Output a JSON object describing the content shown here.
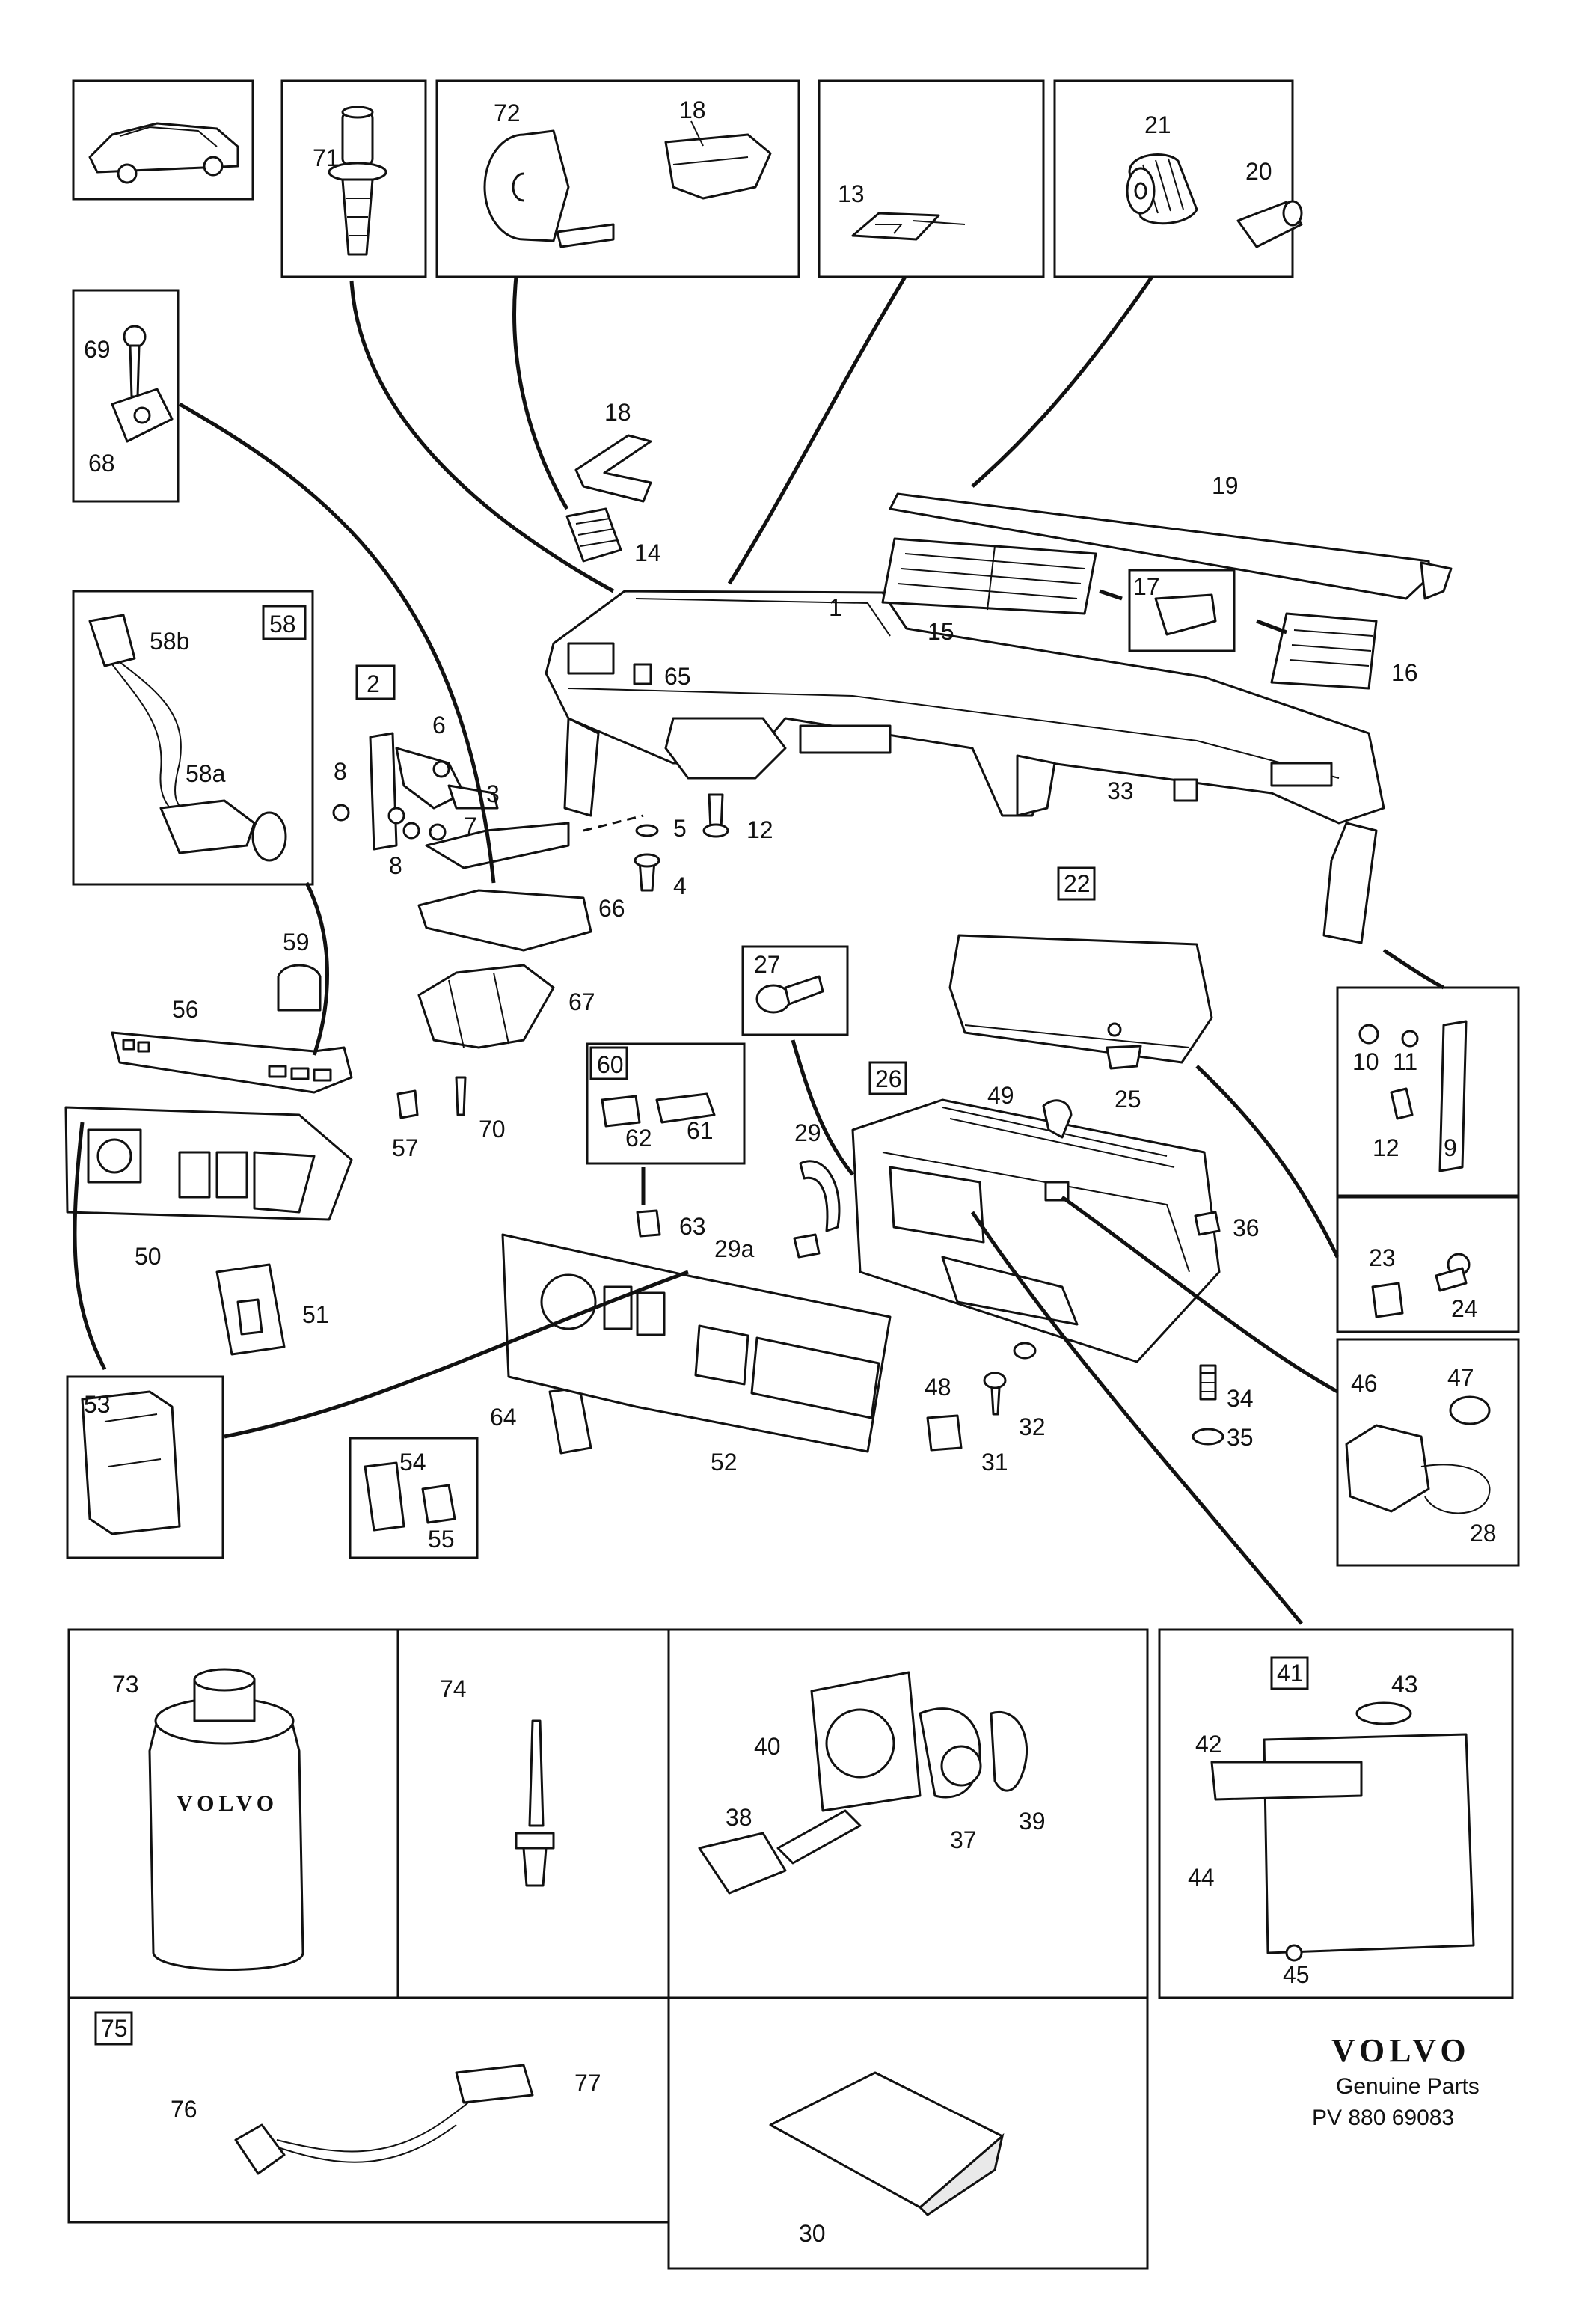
{
  "brand": {
    "name": "VOLVO",
    "tagline": "Genuine Parts",
    "code": "PV 880 69083"
  },
  "callouts": {
    "c1": "1",
    "c2": "2",
    "c3": "3",
    "c4": "4",
    "c5": "5",
    "c6": "6",
    "c7": "7",
    "c8a": "8",
    "c8b": "8",
    "c9": "9",
    "c10": "10",
    "c11": "11",
    "c12a": "12",
    "c12b": "12",
    "c13": "13",
    "c14": "14",
    "c15": "15",
    "c16": "16",
    "c17": "17",
    "c18a": "18",
    "c18b": "18",
    "c19": "19",
    "c20": "20",
    "c21": "21",
    "c22": "22",
    "c23": "23",
    "c24": "24",
    "c25": "25",
    "c26": "26",
    "c27": "27",
    "c28": "28",
    "c29": "29",
    "c29a": "29a",
    "c30": "30",
    "c31": "31",
    "c32": "32",
    "c33": "33",
    "c34": "34",
    "c35": "35",
    "c36": "36",
    "c37": "37",
    "c38": "38",
    "c39": "39",
    "c40": "40",
    "c41": "41",
    "c42": "42",
    "c43": "43",
    "c44": "44",
    "c45": "45",
    "c46": "46",
    "c47": "47",
    "c48": "48",
    "c49": "49",
    "c50": "50",
    "c51": "51",
    "c52": "52",
    "c53": "53",
    "c54": "54",
    "c55": "55",
    "c56": "56",
    "c57": "57",
    "c58": "58",
    "c58a": "58a",
    "c58b": "58b",
    "c59": "59",
    "c60": "60",
    "c61": "61",
    "c62": "62",
    "c63": "63",
    "c64": "64",
    "c65": "65",
    "c66": "66",
    "c67": "67",
    "c68": "68",
    "c69": "69",
    "c70": "70",
    "c71": "71",
    "c72": "72",
    "c73": "73",
    "c74": "74",
    "c75": "75",
    "c76": "76",
    "c77": "77"
  },
  "can_label": "VOLVO"
}
